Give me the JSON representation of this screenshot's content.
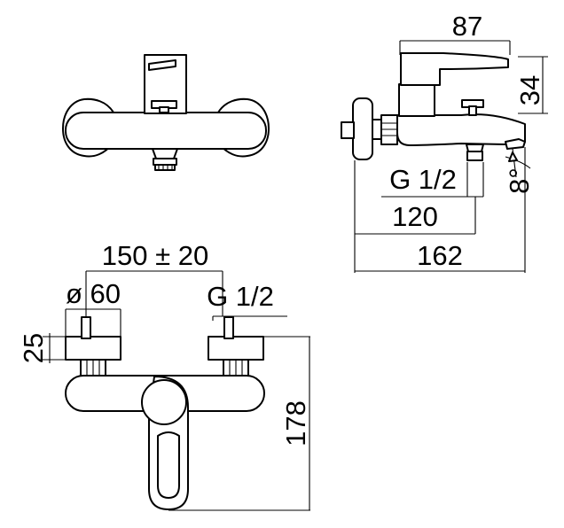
{
  "drawing": {
    "top_view": {},
    "side_view": {
      "dim_width": "87",
      "dim_height": "34",
      "dim_thread": "G 1/2",
      "dim_outlet": "120",
      "dim_depth": "162",
      "dim_angle": "8°"
    },
    "front_view": {
      "dim_centers": "150 ± 20",
      "dim_diameter": "ø 60",
      "dim_thread": "G 1/2",
      "dim_flange": "25",
      "dim_height": "178"
    }
  },
  "colors": {
    "line": "#000000",
    "background": "#ffffff"
  }
}
